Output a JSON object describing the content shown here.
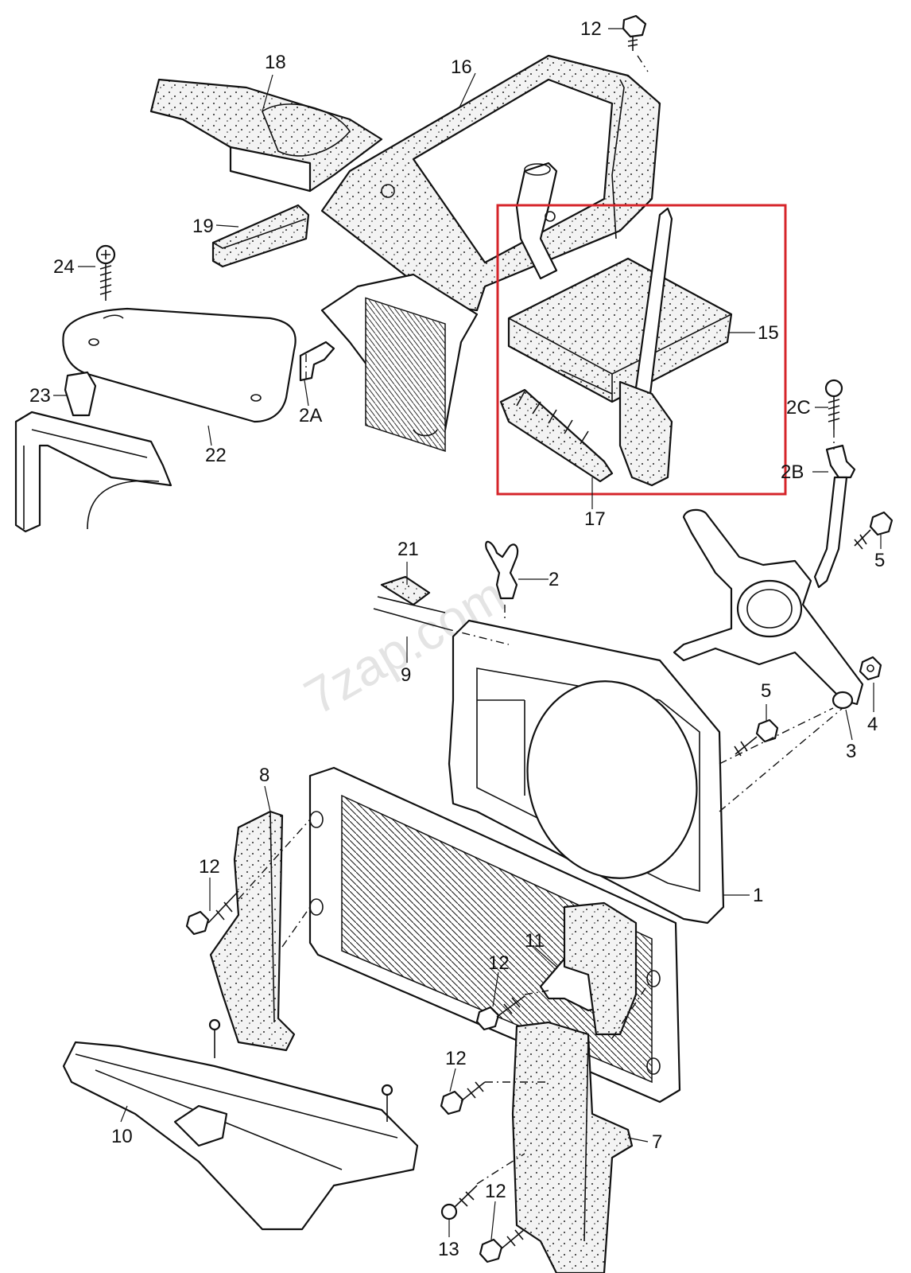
{
  "watermark": "7zap.com",
  "highlight_color": "#d6242a",
  "labels": {
    "l1": "1",
    "l2": "2",
    "l2A": "2A",
    "l2B": "2B",
    "l2C": "2C",
    "l3": "3",
    "l4": "4",
    "l5a": "5",
    "l5b": "5",
    "l7": "7",
    "l8": "8",
    "l9": "9",
    "l10": "10",
    "l11": "11",
    "l12a": "12",
    "l12b": "12",
    "l12c": "12",
    "l12d": "12",
    "l12e": "12",
    "l13": "13",
    "l15": "15",
    "l16": "16",
    "l17": "17",
    "l18": "18",
    "l19": "19",
    "l21": "21",
    "l22": "22",
    "l23": "23",
    "l24": "24"
  }
}
